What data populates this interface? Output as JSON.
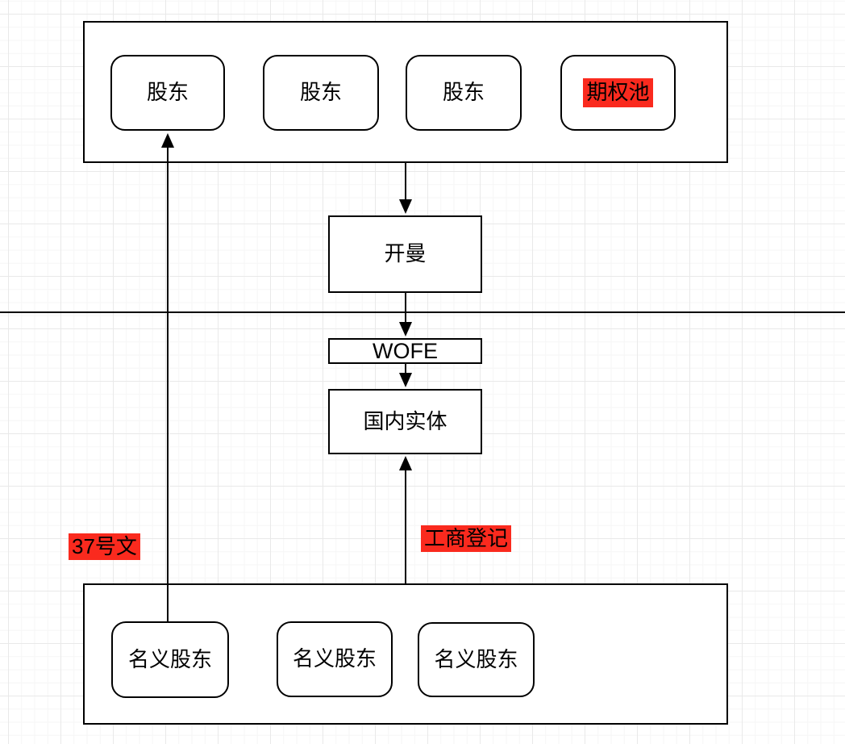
{
  "diagram": {
    "offshore_group": {
      "members": [
        {
          "label": "股东",
          "highlight": false
        },
        {
          "label": "股东",
          "highlight": false
        },
        {
          "label": "股东",
          "highlight": false
        },
        {
          "label": "期权池",
          "highlight": true
        }
      ]
    },
    "nodes": {
      "cayman": {
        "label": "开曼"
      },
      "wofe": {
        "label": "WOFE"
      },
      "domestic_entity": {
        "label": "国内实体"
      }
    },
    "onshore_group": {
      "members": [
        {
          "label": "名义股东"
        },
        {
          "label": "名义股东"
        },
        {
          "label": "名义股东"
        }
      ]
    },
    "edge_labels": {
      "doc37": "37号文",
      "business_registration": "工商登记"
    },
    "colors": {
      "highlight_red": "#fa2a1e",
      "stroke": "#000000",
      "grid_major": "#e9e9e9",
      "grid_minor": "#f6f6f6"
    }
  }
}
